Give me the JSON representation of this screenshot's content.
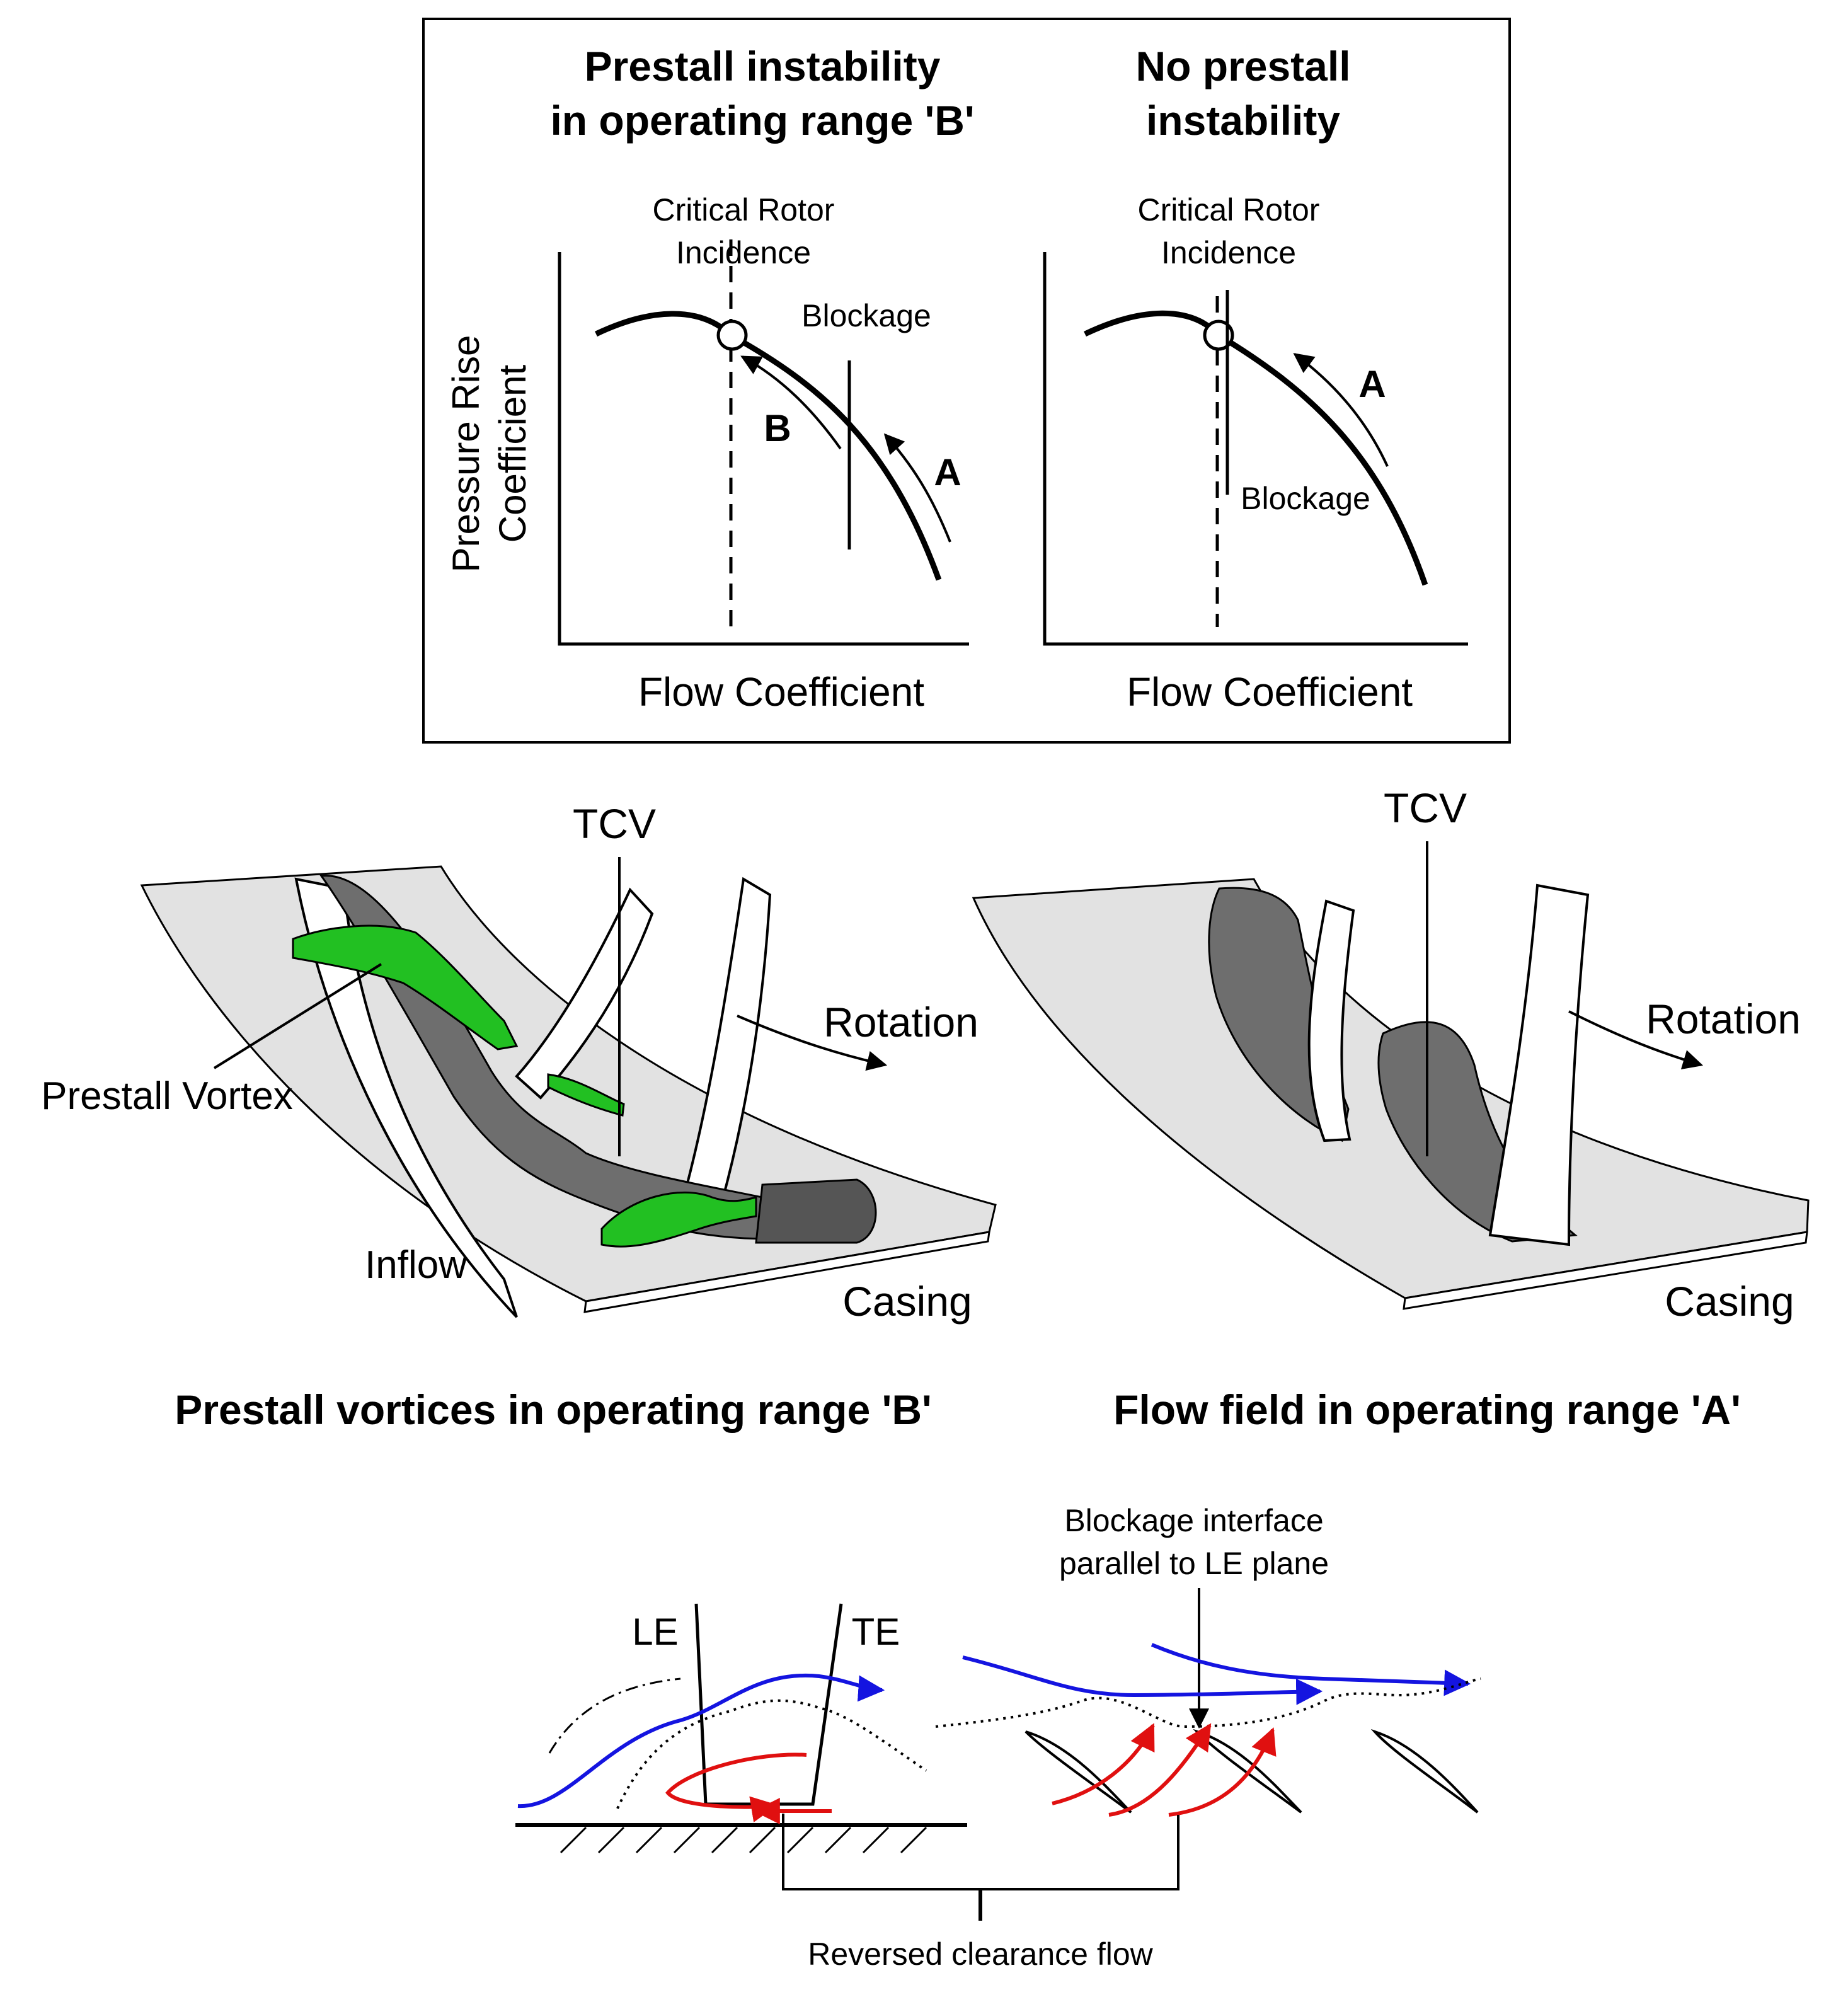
{
  "panel_top": {
    "left": {
      "title_line1": "Prestall instability",
      "title_line2": "in operating range 'B'",
      "crit_line1": "Critical Rotor",
      "crit_line2": "Incidence",
      "blockage": "Blockage",
      "label_a": "A",
      "label_b": "B",
      "ylabel_line1": "Pressure Rise",
      "ylabel_line2": "Coefficient",
      "xlabel": "Flow Coefficient"
    },
    "right": {
      "title_line1": "No prestall",
      "title_line2": "instability",
      "crit_line1": "Critical Rotor",
      "crit_line2": "Incidence",
      "blockage": "Blockage",
      "label_a": "A",
      "xlabel": "Flow Coefficient"
    }
  },
  "panel_mid": {
    "left": {
      "tcv": "TCV",
      "rotation": "Rotation",
      "prestall_vortex": "Prestall Vortex",
      "inflow": "Inflow",
      "casing": "Casing",
      "caption": "Prestall vortices in operating range 'B'"
    },
    "right": {
      "tcv": "TCV",
      "rotation": "Rotation",
      "casing": "Casing",
      "caption": "Flow field in operating range 'A'"
    }
  },
  "panel_bottom": {
    "le": "LE",
    "te": "TE",
    "blockage_line1": "Blockage interface",
    "blockage_line2": "parallel to LE plane",
    "reversed": "Reversed clearance flow"
  },
  "colors": {
    "vortex_green": "#22c022",
    "blade_gray": "#6e6e6e",
    "casing_gray": "#e2e2e2",
    "flow_blue": "#1414e0",
    "flow_red": "#e01010"
  }
}
